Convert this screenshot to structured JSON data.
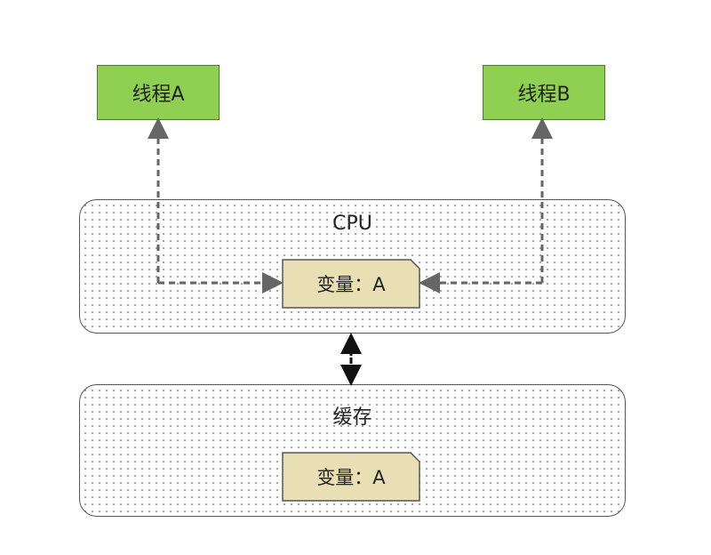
{
  "threads": {
    "a": {
      "label": "线程A"
    },
    "b": {
      "label": "线程B"
    }
  },
  "cpu": {
    "label": "CPU",
    "variable": "变量：A"
  },
  "cache": {
    "label": "缓存",
    "variable": "变量：A"
  },
  "colors": {
    "thread_fill": "#8fcf52",
    "thread_border": "#4f7a2a",
    "note_fill": "#e8e0b4",
    "arrow": "#666666",
    "container_border": "#555555"
  }
}
